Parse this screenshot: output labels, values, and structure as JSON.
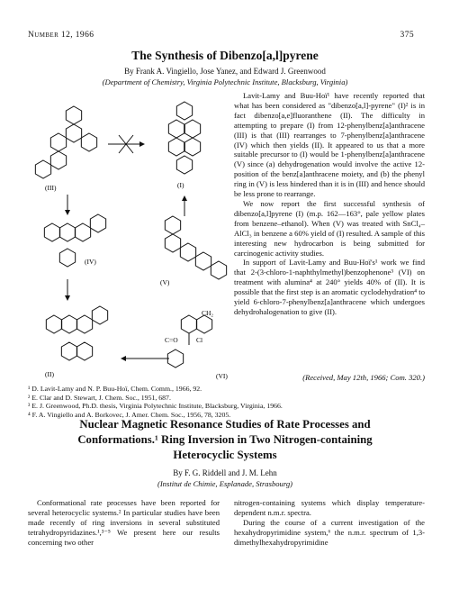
{
  "header": {
    "issue": "Number 12, 1966",
    "page": "375"
  },
  "article1": {
    "title": "The Synthesis of Dibenzo[a,l]pyrene",
    "authors": "By Frank A. Vingiello, Jose Yanez, and Edward J. Greenwood",
    "affiliation": "(Department of Chemistry, Virginia Polytechnic Institute, Blacksburg, Virginia)",
    "paragraphs": [
      "Lavit-Lamy and Buu-Hoï¹ have recently reported that what has been considered as \"dibenzo[a,l]-pyrene\" (I)² is in fact dibenzo[a,e]fluoranthene (II). The difficulty in attempting to prepare (I) from 12-phenylbenz[a]anthracene (III) is that (III) rearranges to 7-phenylbenz[a]anthracene (IV) which then yields (II). It appeared to us that a more suitable precursor to (I) would be 1-phenylbenz[a]anthracene (V) since (a) dehydrogenation would involve the active 12-position of the benz[a]anthracene moiety, and (b) the phenyl ring in (V) is less hindered than it is in (III) and hence should be less prone to rearrange.",
      "We now report the first successful synthesis of dibenzo[a,l]pyrene (I) (m.p. 162—163°, pale yellow plates from benzene–ethanol). When (V) was treated with SnCl₄–AlCl₃ in benzene a 60% yield of (I) resulted. A sample of this interesting new hydrocarbon is being submitted for carcinogenic activity studies.",
      "In support of Lavit-Lamy and Buu-Hoï's¹ work we find that 2-(3-chloro-1-naphthylmethyl)benzophenone³ (VI) on treatment with alumina⁴ at 240° yields 40% of (II). It is possible that the first step is an aromatic cyclodehydration⁴ to yield 6-chloro-7-phenylbenz[a]anthracene which undergoes dehydrohalogenation to give (II)."
    ],
    "received": "(Received, May 12th, 1966; Com. 320.)",
    "footnotes": [
      "¹ D. Lavit-Lamy and N. P. Buu-Hoï, Chem. Comm., 1966, 92.",
      "² E. Clar and D. Stewart, J. Chem. Soc., 1951, 687.",
      "³ E. J. Greenwood, Ph.D. thesis, Virginia Polytechnic Institute, Blacksburg, Virginia, 1966.",
      "⁴ F. A. Vingiello and A. Borkovec, J. Amer. Chem. Soc., 1956, 78, 3205."
    ],
    "scheme_labels": [
      "(III)",
      "(I)",
      "(IV)",
      "(V)",
      "(II)",
      "(VI)",
      "CH₂",
      "C=O",
      "Cl"
    ]
  },
  "article2": {
    "title_line1": "Nuclear Magnetic Resonance Studies of Rate Processes and",
    "title_line2": "Conformations.¹ Ring Inversion in Two Nitrogen-containing",
    "title_line3": "Heterocyclic Systems",
    "authors": "By F. G. Riddell and J. M. Lehn",
    "affiliation": "(Institut de Chimie, Esplanade, Strasbourg)",
    "left_col": "Conformational rate processes have been reported for several heterocyclic systems.² In particular studies have been made recently of ring inversions in several substituted tetrahydropyridazines.¹,³⁻⁵ We present here our results concerning two other",
    "right_col": "nitrogen-containing systems which display temperature-dependent n.m.r. spectra.",
    "right_col2": "During the course of a current investigation of the hexahydropyrimidine system,⁶ the n.m.r. spectrum of 1,3-dimethylhexahydropyrimidine"
  }
}
